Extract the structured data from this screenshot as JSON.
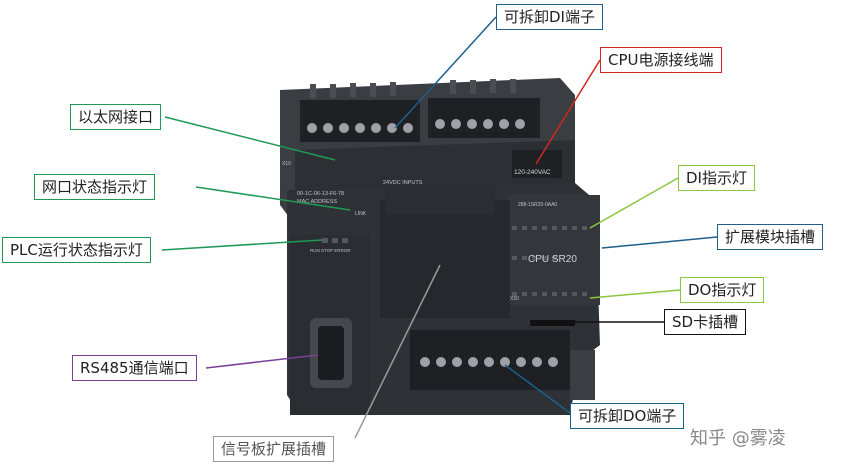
{
  "labels": {
    "di_terminal": "可拆卸DI端子",
    "cpu_power": "CPU电源接线端",
    "ethernet": "以太网接口",
    "net_status": "网口状态指示灯",
    "di_led": "DI指示灯",
    "expansion_slot": "扩展模块插槽",
    "plc_status": "PLC运行状态指示灯",
    "do_led": "DO指示灯",
    "sd_slot": "SD卡插槽",
    "rs485": "RS485通信端口",
    "do_terminal": "可拆卸DO端子",
    "signal_board": "信号板扩展插槽"
  },
  "device_text": {
    "model": "CPU SR20",
    "inputs": "24VDC INPUTS",
    "power": "120-240VAC",
    "order": "288-1SR20-0AA0",
    "mac_title": "MAC ADDRESS",
    "mac": "00-1C-06-13-F6-78",
    "link": "LINK",
    "run_stop_error": "RUN STOP ERROR",
    "x10": "X10",
    "x50": "X50"
  },
  "watermark": "知乎 @雾凌",
  "colors": {
    "blue": "#1f5f8b",
    "red": "#d0281e",
    "green": "#1f9a55",
    "light_green": "#8cc63f",
    "purple": "#7b3f98",
    "black": "#111111",
    "gray": "#9a9a9a",
    "plc_body": "#2e3136",
    "plc_dark": "#1c1e21",
    "plc_light": "#44484e"
  }
}
